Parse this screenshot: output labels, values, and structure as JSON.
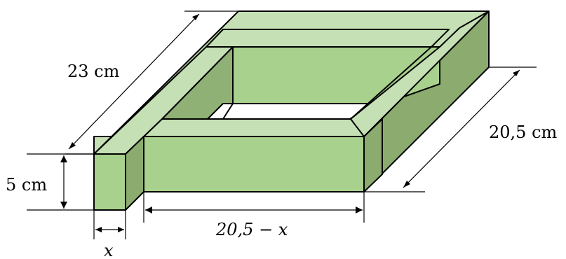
{
  "colors": {
    "top": "#c5e0b4",
    "front": "#a9d18e",
    "side": "#8cab6f",
    "inner_side": "#8fb176",
    "hole": "#ffffff",
    "line": "#000000"
  },
  "labels": {
    "length_23": "23 cm",
    "height_5": "5 cm",
    "width_20_5": "20,5 cm",
    "inner_length": "20,5 − x",
    "thickness": "x"
  }
}
